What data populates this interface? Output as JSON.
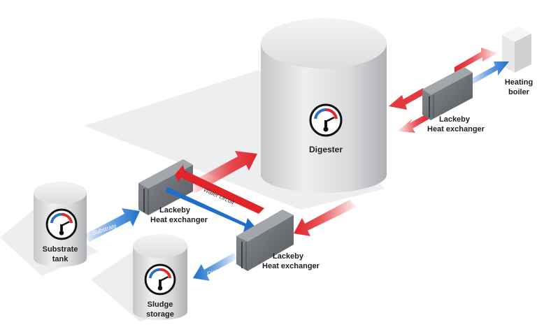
{
  "labels": {
    "digester": "Digester",
    "heating_boiler_line1": "Heating",
    "heating_boiler_line2": "boiler",
    "hx_top_line1": "Lackeby",
    "hx_top_line2": "Heat exchanger",
    "hx_left_line1": "Lackeby",
    "hx_left_line2": "Heat exchanger",
    "hx_bottom_line1": "Lackeby",
    "hx_bottom_line2": "Heat exchanger",
    "substrate_tank_line1": "Substrate",
    "substrate_tank_line2": "tank",
    "sludge_storage_line1": "Sludge",
    "sludge_storage_line2": "storage"
  },
  "flows": {
    "substrate": "Substrate",
    "water_circuit": "Water circuit",
    "digestate": "Digestate"
  },
  "colors": {
    "hot": "#e0242a",
    "cold": "#1f6fc9",
    "tank": "#cfd1d3",
    "exchanger": "#6f7378"
  },
  "icons": [
    "thermometer-gauge-icon"
  ]
}
